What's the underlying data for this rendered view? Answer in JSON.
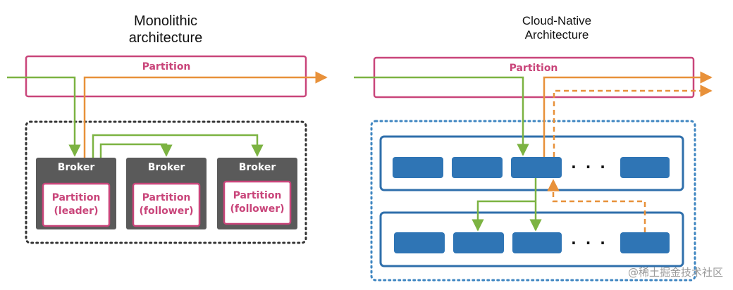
{
  "left": {
    "title": "Monolithic\narchitecture",
    "partition_label": "Partition",
    "brokers": [
      {
        "label": "Broker",
        "partition_line1": "Partition",
        "partition_line2": "(leader)"
      },
      {
        "label": "Broker",
        "partition_line1": "Partition",
        "partition_line2": "(follower)"
      },
      {
        "label": "Broker",
        "partition_line1": "Partition",
        "partition_line2": "(follower)"
      }
    ]
  },
  "right": {
    "title": "Cloud-Native\nArchitecture",
    "partition_label": "Partition",
    "ellipsis": "· · ·"
  },
  "watermark": "@稀土掘金技术社区",
  "colors": {
    "partition_border": "#c9457a",
    "broker_fill": "#5a5a5a",
    "green_arrow": "#7cb342",
    "orange_arrow": "#e8913a",
    "blue_block": "#2f75b5",
    "blue_container": "#2f6fab",
    "dotted_black": "#333333",
    "dotted_blue": "#3f86c1"
  }
}
